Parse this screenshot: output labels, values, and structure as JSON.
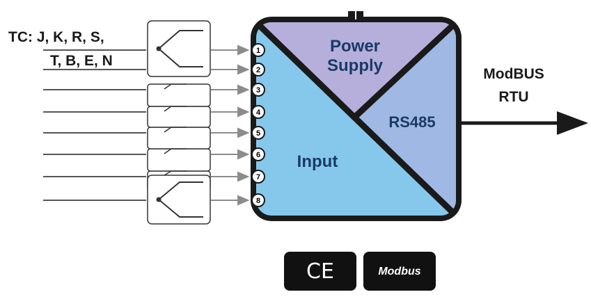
{
  "thermocouple": {
    "line1": "TC: J, K, R, S,",
    "line2": "T, B, E, N"
  },
  "channels": [
    "1",
    "2",
    "3",
    "4",
    "5",
    "6",
    "7",
    "8"
  ],
  "module": {
    "power_supply_line1": "Power",
    "power_supply_line2": "Supply",
    "rs485": "RS485",
    "input": "Input"
  },
  "output": {
    "line1": "ModBUS",
    "line2": "RTU"
  },
  "badges": {
    "ce": "CE",
    "modbus": "Modbus"
  },
  "colors": {
    "input_fill": "#86c8ec",
    "power_fill": "#b6aedb",
    "rs485_fill": "#9fb8e4",
    "frame": "#1a1a1a",
    "arrow": "#8c8c8c",
    "text_dark": "#1a1a1a",
    "section_text": "#1a3a66"
  }
}
